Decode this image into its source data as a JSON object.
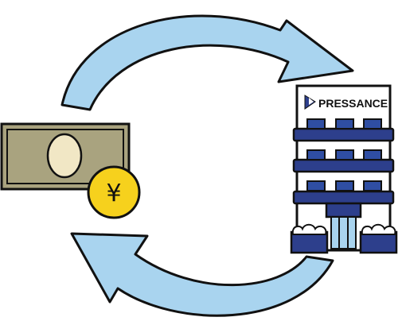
{
  "building": {
    "sign_text": "PRESSANCE",
    "logo": "pressance-logo-icon"
  },
  "coin": {
    "symbol": "¥"
  },
  "colors": {
    "arrow": "#a9d4ef",
    "banknote": "#a9a37f",
    "banknote_portrait": "#f1e7c5",
    "coin": "#f6d11d",
    "building_bands": "#2d3f8c",
    "window": "#2f4ea3",
    "outline": "#111111"
  },
  "icons": [
    "circular-arrow-top",
    "circular-arrow-bottom",
    "banknote-icon",
    "yen-coin-icon",
    "building-icon",
    "bush-icon"
  ]
}
